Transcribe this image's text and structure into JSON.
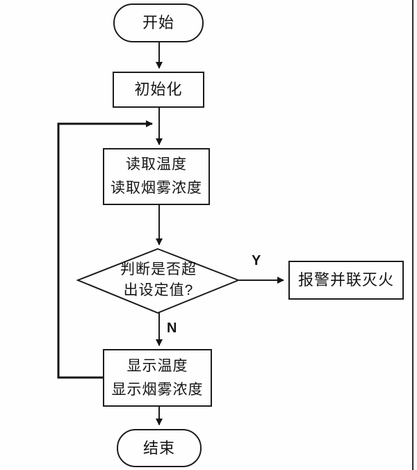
{
  "diagram": {
    "type": "flowchart",
    "language": "zh-CN",
    "colors": {
      "background": "#fefefe",
      "stroke": "#1c1c1c",
      "text": "#141414"
    },
    "nodes": {
      "start": {
        "shape": "terminator",
        "label": "开始"
      },
      "init": {
        "shape": "process",
        "label": "初始化"
      },
      "read": {
        "shape": "process",
        "line1": "读取温度",
        "line2": "读取烟雾浓度"
      },
      "decision": {
        "shape": "decision",
        "line1": "判断是否超",
        "line2": "出设定值?"
      },
      "alarm": {
        "shape": "process",
        "label": "报警并联灭火"
      },
      "display": {
        "shape": "process",
        "line1": "显示温度",
        "line2": "显示烟雾浓度"
      },
      "end": {
        "shape": "terminator",
        "label": "结束"
      }
    },
    "branch_labels": {
      "yes": "Y",
      "no": "N"
    },
    "edges": [
      {
        "from": "start",
        "to": "init",
        "label": ""
      },
      {
        "from": "init",
        "to": "read",
        "label": ""
      },
      {
        "from": "read",
        "to": "decision",
        "label": ""
      },
      {
        "from": "decision",
        "to": "alarm",
        "label": "Y"
      },
      {
        "from": "decision",
        "to": "display",
        "label": "N"
      },
      {
        "from": "display",
        "to": "end",
        "label": ""
      },
      {
        "from": "display",
        "to": "read",
        "label": "",
        "type": "loop-back"
      }
    ]
  }
}
